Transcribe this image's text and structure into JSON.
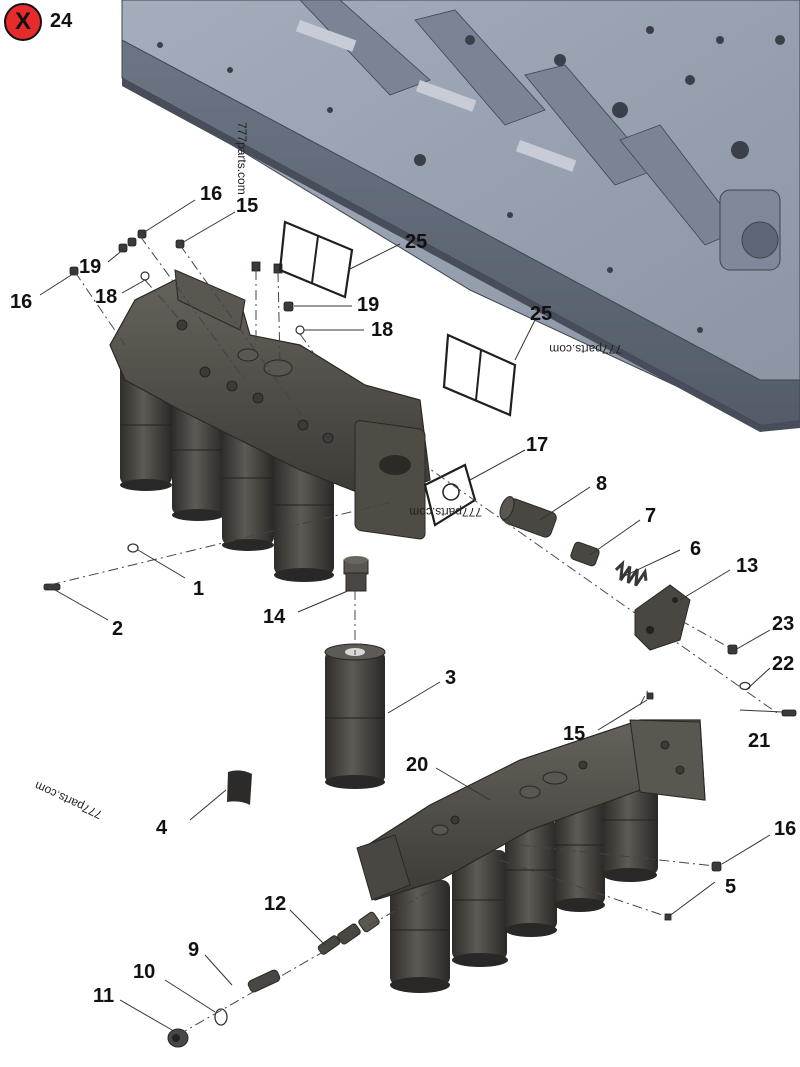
{
  "header": {
    "close_glyph": "X",
    "close_count": "24"
  },
  "diagram": {
    "watermark": "777parts.com",
    "callouts": {
      "c1": "1",
      "c2": "2",
      "c3": "3",
      "c4": "4",
      "c5": "5",
      "c6": "6",
      "c7": "7",
      "c8": "8",
      "c9": "9",
      "c10": "10",
      "c11": "11",
      "c12": "12",
      "c13": "13",
      "c14": "14",
      "c15a": "15",
      "c15b": "15",
      "c16a": "16",
      "c16b": "16",
      "c16c": "16",
      "c17": "17",
      "c18a": "18",
      "c18b": "18",
      "c19a": "19",
      "c19b": "19",
      "c20": "20",
      "c21": "21",
      "c22": "22",
      "c23": "23",
      "c25a": "25",
      "c25b": "25"
    },
    "colors": {
      "block": "#8a93a3",
      "block_dark": "#5d6675",
      "metal": "#4a4742",
      "accent_red": "#e52b2b"
    }
  }
}
